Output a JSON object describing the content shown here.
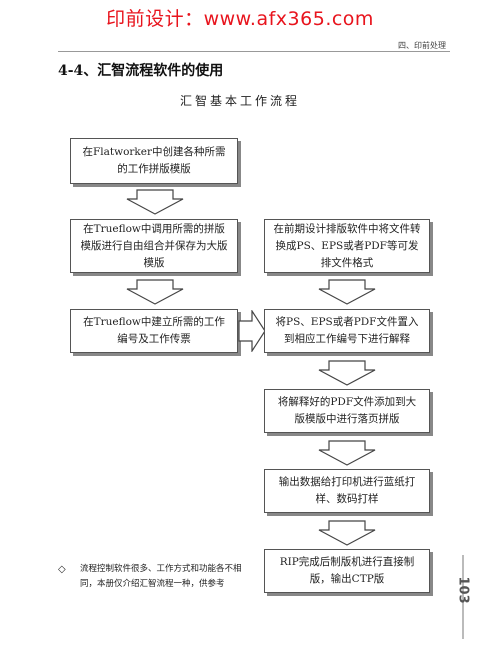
{
  "watermark": "印前设计：www.afx365.com",
  "header": {
    "chapter": "四、印前处理"
  },
  "section_title": "4-4、汇智流程软件的使用",
  "diagram_title": "汇智基本工作流程",
  "left_steps": [
    "在Flatworker中创建各种所需的工作拼版模版",
    "在Trueflow中调用所需的拼版模版进行自由组合并保存为大版模版",
    "在Trueflow中建立所需的工作编号及工作传票"
  ],
  "right_steps": [
    "在前期设计排版软件中将文件转换成PS、EPS或者PDF等可发排文件格式",
    "将PS、EPS或者PDF文件置入到相应工作编号下进行解释",
    "将解释好的PDF文件添加到大版模版中进行落页拼版",
    "输出数据给打印机进行蓝纸打样、数码打样",
    "RIP完成后制版机进行直接制版，输出CTP版"
  ],
  "note": {
    "bullet": "◇",
    "text": "流程控制软件很多、工作方式和功能各不相同，本册仅介绍汇智流程一种，供参考"
  },
  "page_number": "103"
}
